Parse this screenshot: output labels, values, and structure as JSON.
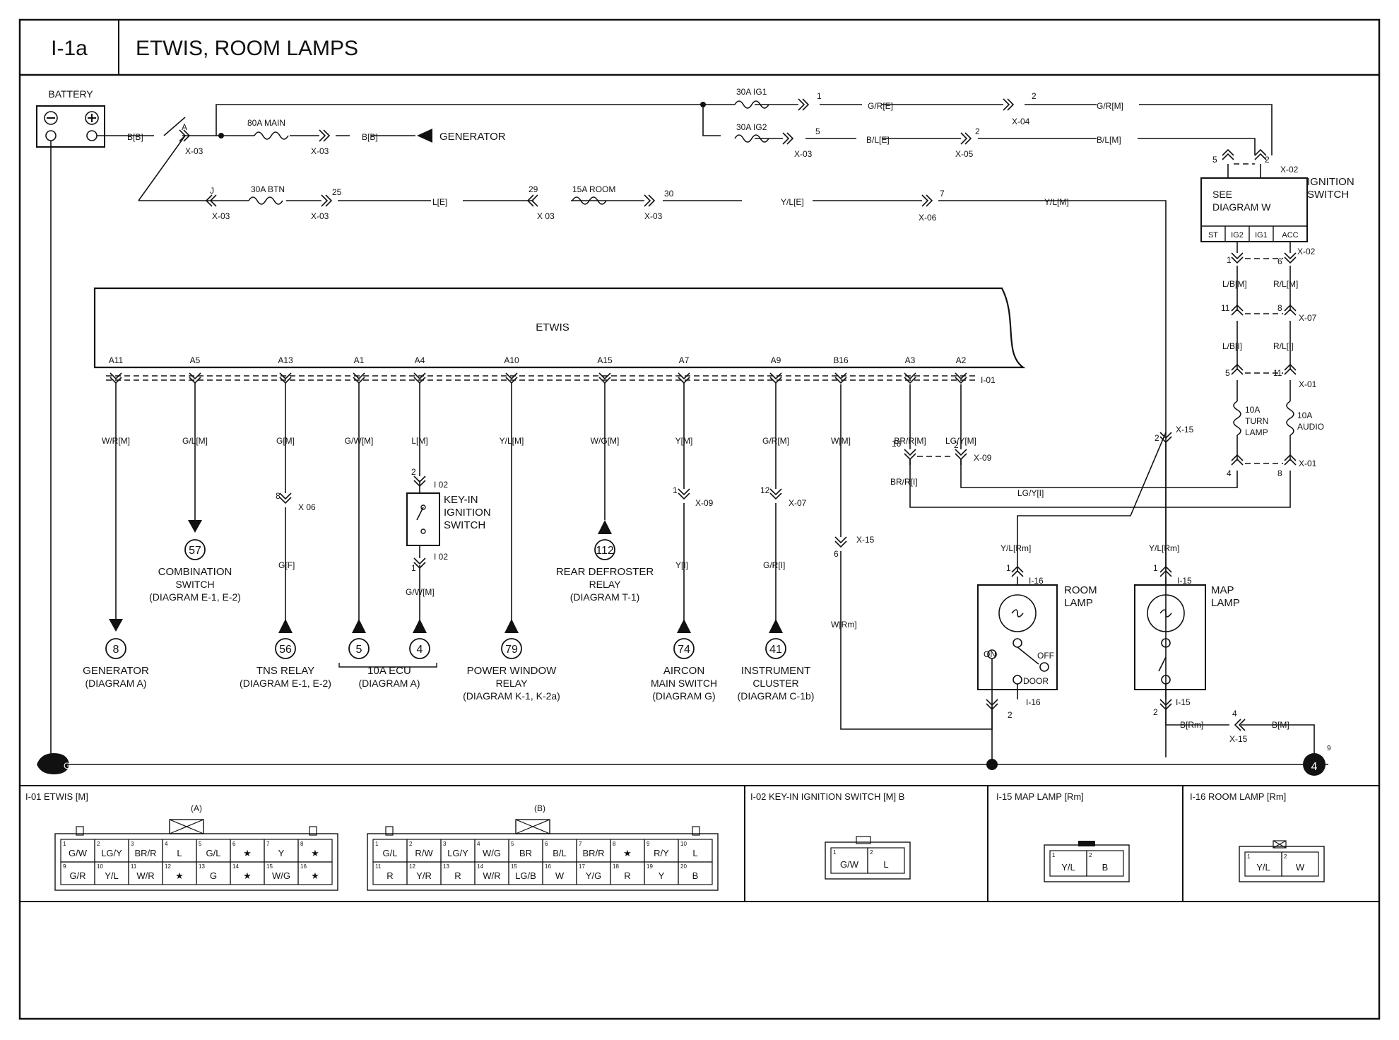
{
  "header": {
    "code": "I-1a",
    "title": "ETWIS, ROOM LAMPS"
  },
  "power": {
    "battery": "BATTERY",
    "generator": "GENERATOR",
    "ignition_switch": [
      "IGNITION",
      "SWITCH"
    ],
    "see_diagram": [
      "SEE",
      "DIAGRAM W"
    ],
    "ign_pins": [
      "ST",
      "IG2",
      "IG1",
      "ACC"
    ],
    "fuses": {
      "main": "80A MAIN",
      "btn": "30A BTN",
      "room": "15A ROOM",
      "ig1": "30A IG1",
      "ig2": "30A IG2",
      "turn": [
        "10A",
        "TURN",
        "LAMP"
      ],
      "audio": [
        "10A",
        "AUDIO"
      ]
    },
    "wires": {
      "bb1": "B[B]",
      "bb2": "B[B]",
      "le": "L[E]",
      "yle": "Y/L[E]",
      "ylm_top": "Y/L[M]",
      "gre": "G/R[E]",
      "grm": "G/R[M]",
      "ble": "B/L[E]",
      "blm": "B/L[M]",
      "lbm": "L/B[M]",
      "rlm": "R/L[M]",
      "lbi": "L/B[I]",
      "rli": "R/L[I]"
    },
    "conn": {
      "x03": "X-03",
      "x03b": "X 03",
      "x04": "X-04",
      "x05": "X-05",
      "x06": "X-06",
      "x02": "X-02",
      "x07": "X-07",
      "x01": "X-01",
      "pA": "A",
      "pJ": "J",
      "p25": "25",
      "p29": "29",
      "p30": "30",
      "p7": "7",
      "p1": "1",
      "p5": "5",
      "p2a": "2",
      "p2b": "2",
      "p5b": "5",
      "p2c": "2",
      "p1b": "1",
      "p6": "6",
      "p11": "11",
      "p8": "8",
      "p5c": "5",
      "p11b": "11",
      "p4": "4",
      "p8b": "8"
    }
  },
  "etwis": {
    "label": "ETWIS",
    "pins": [
      "A11",
      "A5",
      "A13",
      "A1",
      "A4",
      "A10",
      "A15",
      "A7",
      "A9",
      "B16",
      "A3",
      "A2"
    ],
    "conn_label": "I-01",
    "wires": [
      "W/R[M]",
      "G/L[M]",
      "G[M]",
      "G/W[M]",
      "L[M]",
      "Y/L[M]",
      "W/G[M]",
      "Y[M]",
      "G/R[M]",
      "W[M]",
      "BR/R[M]",
      "LG/Y[M]"
    ]
  },
  "mid": {
    "x06": "X 06",
    "x06pin": "8",
    "gf": "G[F]",
    "i02a": "I 02",
    "i02pin2": "2",
    "i02b": "I 02",
    "i02pin1": "1",
    "gwm": "G/W[M]",
    "keyin": [
      "KEY-IN",
      "IGNITION",
      "SWITCH"
    ],
    "x09": "X-09",
    "x09pin": "1",
    "yi": "Y[I]",
    "x07": "X-07",
    "x07pin": "12",
    "gri": "G/R[I]",
    "x15": "X-15",
    "x15pin": "6",
    "wrm": "W[Rm]",
    "x09b": "X-09",
    "x09pin16": "16",
    "x09pin2": "2",
    "brri": "BR/R[I]",
    "lgyi": "LG/Y[I]",
    "x15b": "X-15",
    "x15bpin": "2"
  },
  "destinations": [
    {
      "num": "8",
      "lines": [
        "GENERATOR",
        "(DIAGRAM A)"
      ]
    },
    {
      "num": "57",
      "lines": [
        "COMBINATION",
        "SWITCH",
        "(DIAGRAM E-1, E-2)"
      ]
    },
    {
      "num": "56",
      "lines": [
        "TNS RELAY",
        "(DIAGRAM E-1, E-2)"
      ]
    },
    {
      "num": "5",
      "lines": []
    },
    {
      "num": "4",
      "lines": [
        "10A ECU",
        "(DIAGRAM A)"
      ]
    },
    {
      "num": "79",
      "lines": [
        "POWER WINDOW",
        "RELAY",
        "(DIAGRAM K-1, K-2a)"
      ]
    },
    {
      "num": "112",
      "lines": [
        "REAR DEFROSTER",
        "RELAY",
        "(DIAGRAM T-1)"
      ]
    },
    {
      "num": "74",
      "lines": [
        "AIRCON",
        "MAIN SWITCH",
        "(DIAGRAM G)"
      ]
    },
    {
      "num": "41",
      "lines": [
        "INSTRUMENT",
        "CLUSTER",
        "(DIAGRAM C-1b)"
      ]
    }
  ],
  "lamps": {
    "room": {
      "label": [
        "ROOM",
        "LAMP"
      ],
      "wire_in": "Y/L[Rm]",
      "conn": "I-16",
      "pin_in": "1",
      "on": "ON",
      "off": "OFF",
      "door": "DOOR",
      "conn_out": "I-16",
      "pin_out": "2"
    },
    "map": {
      "label": [
        "MAP",
        "LAMP"
      ],
      "wire_in": "Y/L[Rm]",
      "conn": "I-15",
      "pin_in": "1",
      "conn_out": "I-15",
      "pin_out": "2",
      "brm": "B[Rm]",
      "x15": "X-15",
      "x15pin": "4",
      "bm": "B[M]"
    },
    "ground": {
      "left": "G",
      "right": "4",
      "right_sup": "9"
    }
  },
  "connectors": {
    "i01": {
      "title": "I-01 ETWIS [M]",
      "a_label": "(A)",
      "b_label": "(B)",
      "a_rows": [
        [
          [
            "1",
            "G/W"
          ],
          [
            "2",
            "LG/Y"
          ],
          [
            "3",
            "BR/R"
          ],
          [
            "4",
            "L"
          ],
          [
            "5",
            "G/L"
          ],
          [
            "6",
            "★"
          ],
          [
            "7",
            "Y"
          ],
          [
            "8",
            "★"
          ]
        ],
        [
          [
            "9",
            "G/R"
          ],
          [
            "10",
            "Y/L"
          ],
          [
            "11",
            "W/R"
          ],
          [
            "12",
            "★"
          ],
          [
            "13",
            "G"
          ],
          [
            "14",
            "★"
          ],
          [
            "15",
            "W/G"
          ],
          [
            "16",
            "★"
          ]
        ]
      ],
      "b_rows": [
        [
          [
            "1",
            "G/L"
          ],
          [
            "2",
            "R/W"
          ],
          [
            "3",
            "LG/Y"
          ],
          [
            "4",
            "W/G"
          ],
          [
            "5",
            "BR"
          ],
          [
            "6",
            "B/L"
          ],
          [
            "7",
            "BR/R"
          ],
          [
            "8",
            "★"
          ],
          [
            "9",
            "R/Y"
          ],
          [
            "10",
            "L"
          ]
        ],
        [
          [
            "11",
            "R"
          ],
          [
            "12",
            "Y/R"
          ],
          [
            "13",
            "R"
          ],
          [
            "14",
            "W/R"
          ],
          [
            "15",
            "LG/B"
          ],
          [
            "16",
            "W"
          ],
          [
            "17",
            "Y/G"
          ],
          [
            "18",
            "R"
          ],
          [
            "19",
            "Y"
          ],
          [
            "20",
            "B"
          ]
        ]
      ]
    },
    "i02": {
      "title": "I-02 KEY-IN IGNITION SWITCH [M] B",
      "cells": [
        [
          "1",
          "G/W"
        ],
        [
          "2",
          "L"
        ]
      ]
    },
    "i15": {
      "title": "I-15 MAP LAMP [Rm]",
      "cells": [
        [
          "1",
          "Y/L"
        ],
        [
          "2",
          "B"
        ]
      ]
    },
    "i16": {
      "title": "I-16 ROOM LAMP [Rm]",
      "cells": [
        [
          "1",
          "Y/L"
        ],
        [
          "2",
          "W"
        ]
      ]
    }
  }
}
